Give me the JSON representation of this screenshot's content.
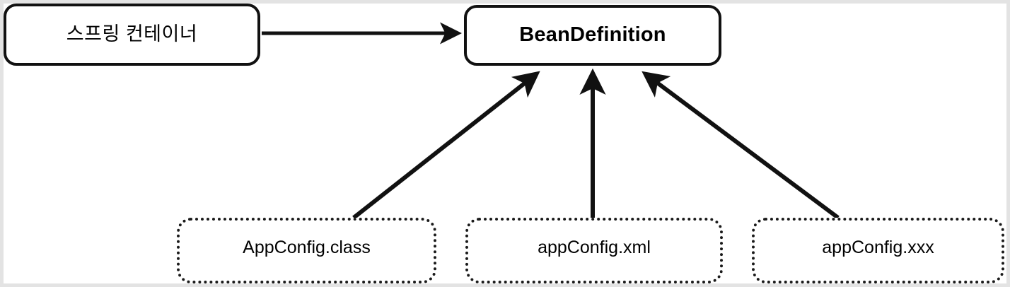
{
  "diagram": {
    "title_context": "Spring BeanDefinition sources",
    "background_color": "#ffffff",
    "frame_color": "#e3e3e3",
    "line_color": "#111111",
    "nodes": [
      {
        "id": "spring-container",
        "label": "스프링 컨테이너",
        "border_style": "solid",
        "shape": "rounded-rectangle"
      },
      {
        "id": "bean-definition",
        "label": "BeanDefinition",
        "border_style": "solid",
        "shape": "rounded-rectangle",
        "bold": true
      },
      {
        "id": "appconfig-class",
        "label": "AppConfig.class",
        "border_style": "dotted",
        "shape": "rounded-rectangle"
      },
      {
        "id": "appconfig-xml",
        "label": "appConfig.xml",
        "border_style": "dotted",
        "shape": "rounded-rectangle"
      },
      {
        "id": "appconfig-xxx",
        "label": "appConfig.xxx",
        "border_style": "dotted",
        "shape": "rounded-rectangle"
      }
    ],
    "edges": [
      {
        "id": "edge-container-to-beandefinition",
        "from": "spring-container",
        "to": "bean-definition",
        "label": "",
        "arrowhead": "filled-triangle"
      },
      {
        "id": "edge-class-to-beandefinition",
        "from": "appconfig-class",
        "to": "bean-definition",
        "label": "",
        "arrowhead": "filled-triangle"
      },
      {
        "id": "edge-xml-to-beandefinition",
        "from": "appconfig-xml",
        "to": "bean-definition",
        "label": "",
        "arrowhead": "filled-triangle"
      },
      {
        "id": "edge-xxx-to-beandefinition",
        "from": "appconfig-xxx",
        "to": "bean-definition",
        "label": "",
        "arrowhead": "filled-triangle"
      }
    ]
  }
}
